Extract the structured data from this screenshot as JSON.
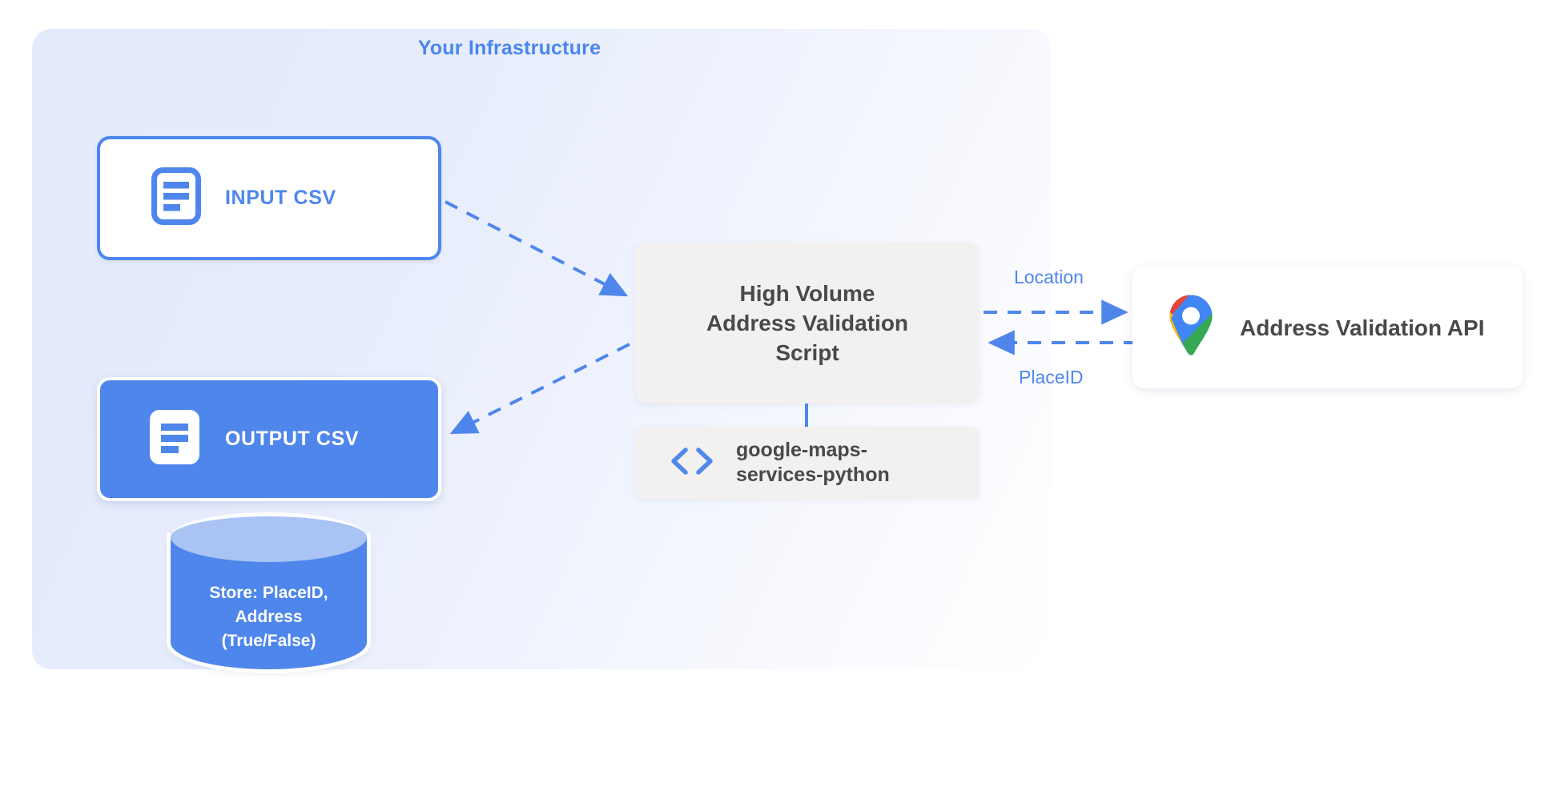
{
  "diagram": {
    "title": "Your Infrastructure",
    "panel_color": "#e3eafb",
    "accent_color": "#4f86ec",
    "text_color": "#47494a"
  },
  "nodes": {
    "input_csv": {
      "label": "INPUT CSV",
      "icon": "document-icon",
      "fill": "#ffffff",
      "border": "#4f86ec"
    },
    "output_csv": {
      "label": "OUTPUT CSV",
      "icon": "document-icon",
      "fill": "#4f86ec",
      "border": "#ffffff"
    },
    "database": {
      "label": "Store: PlaceID,\nAddress\n(True/False)",
      "line1": "Store: PlaceID,",
      "line2": "Address",
      "line3": "(True/False)",
      "fill": "#4f86ec",
      "top_fill": "#a8c3f4"
    },
    "script": {
      "line1": "High Volume",
      "line2": "Address Validation",
      "line3": "Script",
      "fill": "#f2f1ef"
    },
    "library": {
      "line1": "google-maps-",
      "line2": "services-python",
      "icon": "code-brackets-icon",
      "fill": "#f2f1ef"
    },
    "api": {
      "label": "Address Validation API",
      "icon": "google-maps-pin-icon",
      "fill": "#ffffff"
    }
  },
  "edges": [
    {
      "id": "input-to-script",
      "label": "",
      "style": "dashed",
      "direction": "right-down"
    },
    {
      "id": "script-to-output",
      "label": "",
      "style": "dashed",
      "direction": "left-down"
    },
    {
      "id": "script-to-api",
      "label": "Location",
      "style": "dashed",
      "direction": "right"
    },
    {
      "id": "api-to-script",
      "label": "PlaceID",
      "style": "dashed",
      "direction": "left"
    },
    {
      "id": "script-to-library",
      "label": "",
      "style": "solid",
      "direction": "down"
    }
  ],
  "edge_labels": {
    "location": "Location",
    "placeid": "PlaceID"
  },
  "icon_colors": {
    "maps_blue": "#4285f4",
    "maps_red": "#ea4335",
    "maps_yellow": "#fbbc04",
    "maps_green": "#34a853"
  }
}
